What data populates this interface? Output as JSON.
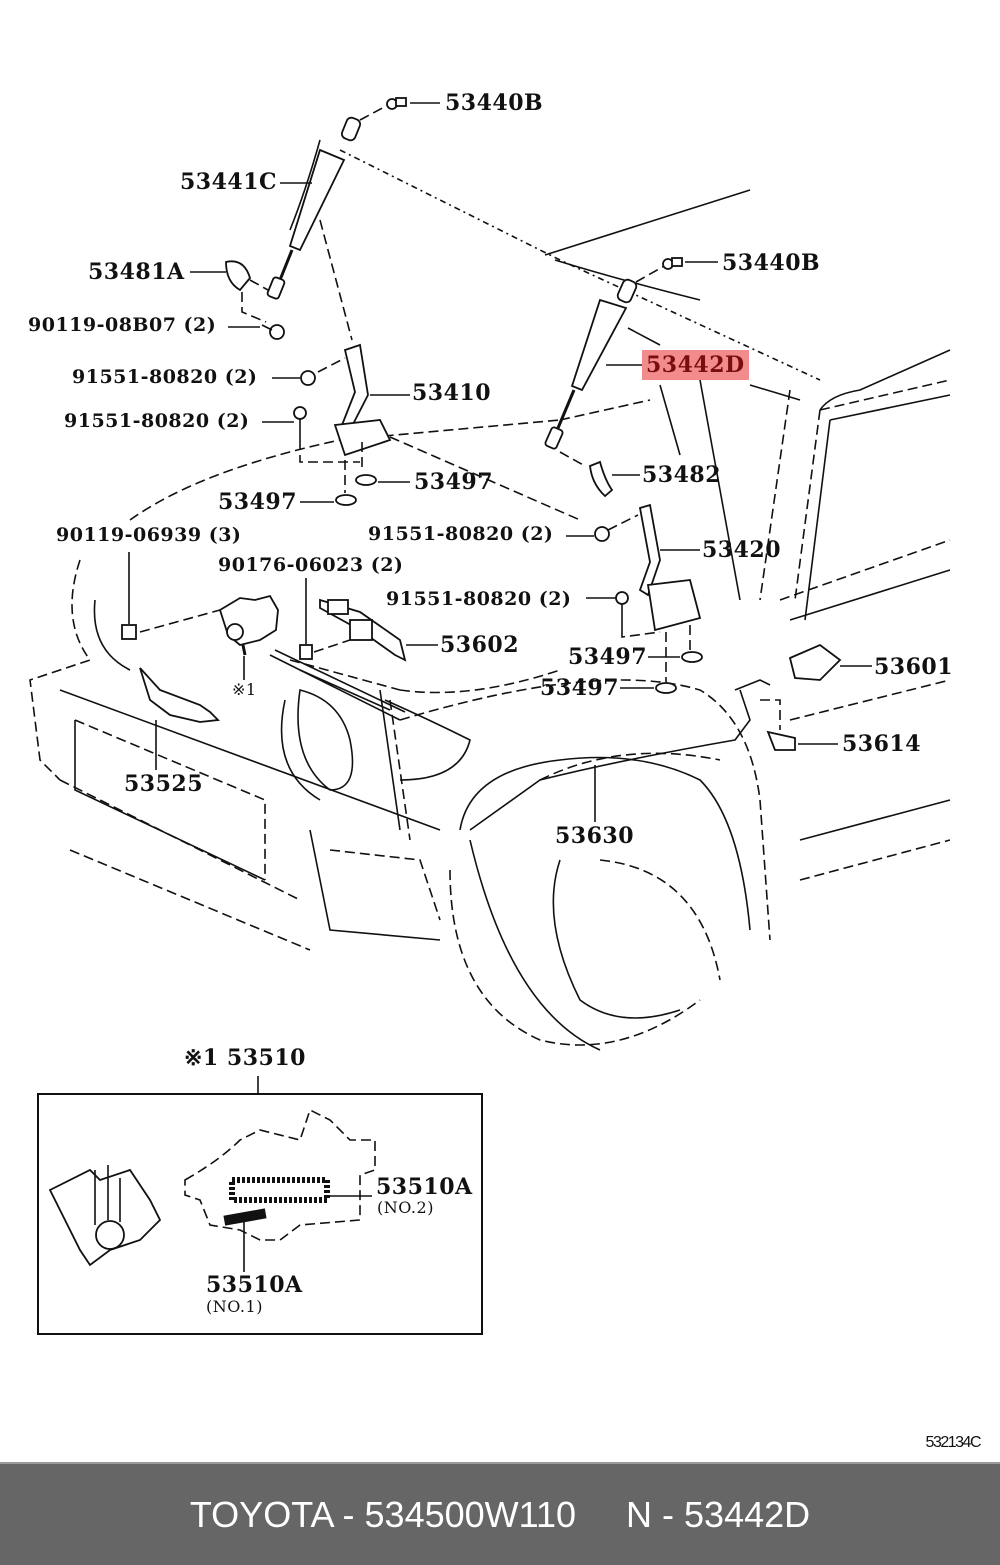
{
  "diagram": {
    "reference_code": "532134C",
    "highlight_color": "#f28b8b",
    "labels": [
      {
        "id": "53440B-left",
        "text": "53440B"
      },
      {
        "id": "53441C",
        "text": "53441C"
      },
      {
        "id": "53481A",
        "text": "53481A"
      },
      {
        "id": "90119-08B07",
        "text": "90119-08B07 (2)"
      },
      {
        "id": "91551-80820-a",
        "text": "91551-80820 (2)"
      },
      {
        "id": "53410",
        "text": "53410"
      },
      {
        "id": "91551-80820-b",
        "text": "91551-80820 (2)"
      },
      {
        "id": "53497-a",
        "text": "53497"
      },
      {
        "id": "53497-b",
        "text": "53497"
      },
      {
        "id": "53440B-right",
        "text": "53440B"
      },
      {
        "id": "53442D",
        "text": "53442D"
      },
      {
        "id": "53482",
        "text": "53482"
      },
      {
        "id": "91551-80820-c",
        "text": "91551-80820 (2)"
      },
      {
        "id": "53420",
        "text": "53420"
      },
      {
        "id": "90119-06939",
        "text": "90119-06939 (3)"
      },
      {
        "id": "90176-06023",
        "text": "90176-06023 (2)"
      },
      {
        "id": "91551-80820-d",
        "text": "91551-80820 (2)"
      },
      {
        "id": "53602",
        "text": "53602"
      },
      {
        "id": "53497-c",
        "text": "53497"
      },
      {
        "id": "53497-d",
        "text": "53497"
      },
      {
        "id": "53601",
        "text": "53601"
      },
      {
        "id": "53614",
        "text": "53614"
      },
      {
        "id": "note-1",
        "text": "※1"
      },
      {
        "id": "53525",
        "text": "53525"
      },
      {
        "id": "53630",
        "text": "53630"
      },
      {
        "id": "53510",
        "text": "※1 53510"
      },
      {
        "id": "53510A-no2",
        "text": "53510A"
      },
      {
        "id": "53510A-no2-note",
        "text": "(NO.2)"
      },
      {
        "id": "53510A-no1",
        "text": "53510A"
      },
      {
        "id": "53510A-no1-note",
        "text": "(NO.1)"
      }
    ],
    "highlighted_part": "53442D"
  },
  "footer": {
    "text": "TOYOTA - 534500W110     N - 53442D",
    "brand": "TOYOTA",
    "part_number": "534500W110",
    "reference": "N - 53442D"
  }
}
